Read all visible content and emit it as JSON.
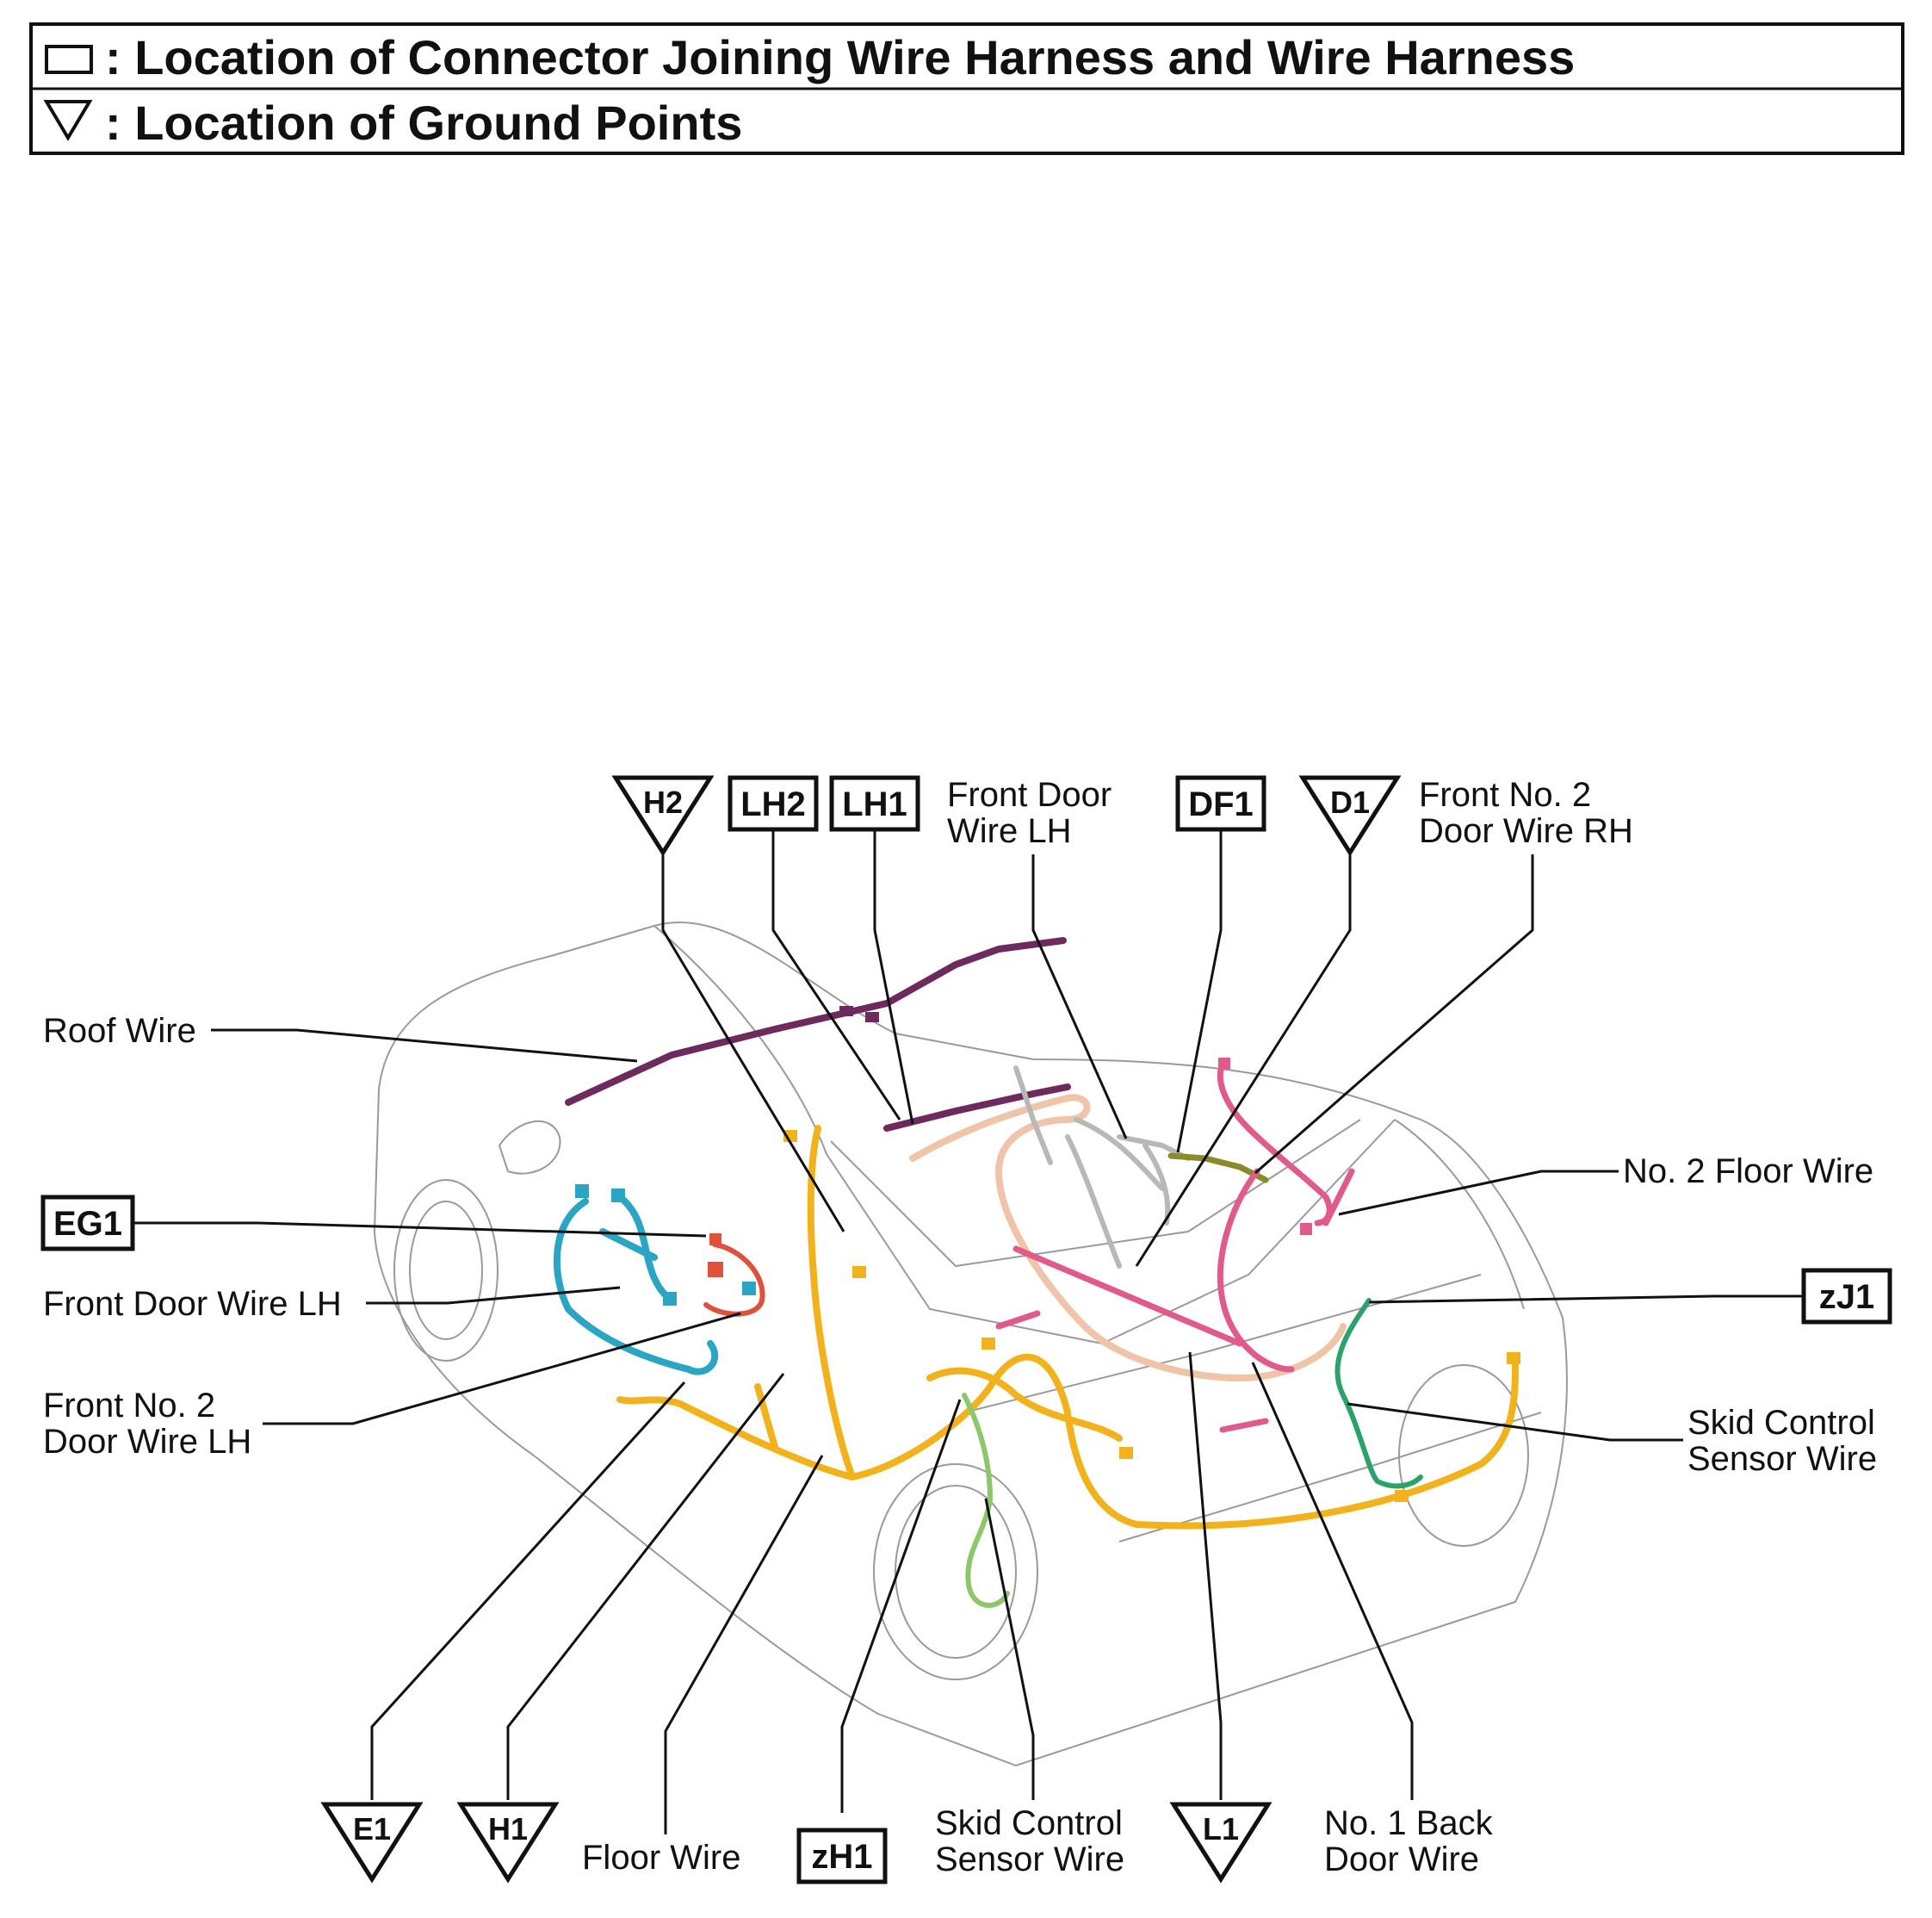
{
  "legend": {
    "connector": ": Location of Connector Joining Wire Harness and Wire Harness",
    "ground": ": Location of Ground Points"
  },
  "badges": {
    "LH2": "LH2",
    "LH1": "LH1",
    "DF1": "DF1",
    "EG1": "EG1",
    "zJ1": "zJ1",
    "zH1": "zH1"
  },
  "grounds": {
    "H2": "H2",
    "D1": "D1",
    "E1": "E1",
    "H1": "H1",
    "L1": "L1"
  },
  "labels": {
    "front_door_wire_lh_top_1": "Front Door",
    "front_door_wire_lh_top_2": "Wire LH",
    "front_no2_door_wire_rh_1": "Front No. 2",
    "front_no2_door_wire_rh_2": "Door Wire RH",
    "roof_wire": "Roof Wire",
    "no2_floor_wire": "No. 2 Floor Wire",
    "front_door_wire_lh_left": "Front Door Wire LH",
    "front_no2_door_wire_lh_1": "Front No. 2",
    "front_no2_door_wire_lh_2": "Door Wire LH",
    "skid_control_right_1": "Skid Control",
    "skid_control_right_2": "Sensor Wire",
    "floor_wire": "Floor Wire",
    "skid_control_bottom_1": "Skid Control",
    "skid_control_bottom_2": "Sensor Wire",
    "no1_back_door_1": "No. 1 Back",
    "no1_back_door_2": "Door Wire"
  },
  "colors": {
    "floor_wire": "#f2b21c",
    "roof_wire": "#6e2a5c",
    "front_door_wire": "#2aa5c4",
    "no2_floor_wire": "#e05a8c",
    "skid_sensor_wire": "#2aa36a",
    "skid_sensor_wire_front": "#8cc86a",
    "engine_wire": "#e0503a",
    "instrument_wire": "#f0c4a8",
    "cowl_wire": "#b8b8b8",
    "connector_df1": "#8a8a2a"
  }
}
